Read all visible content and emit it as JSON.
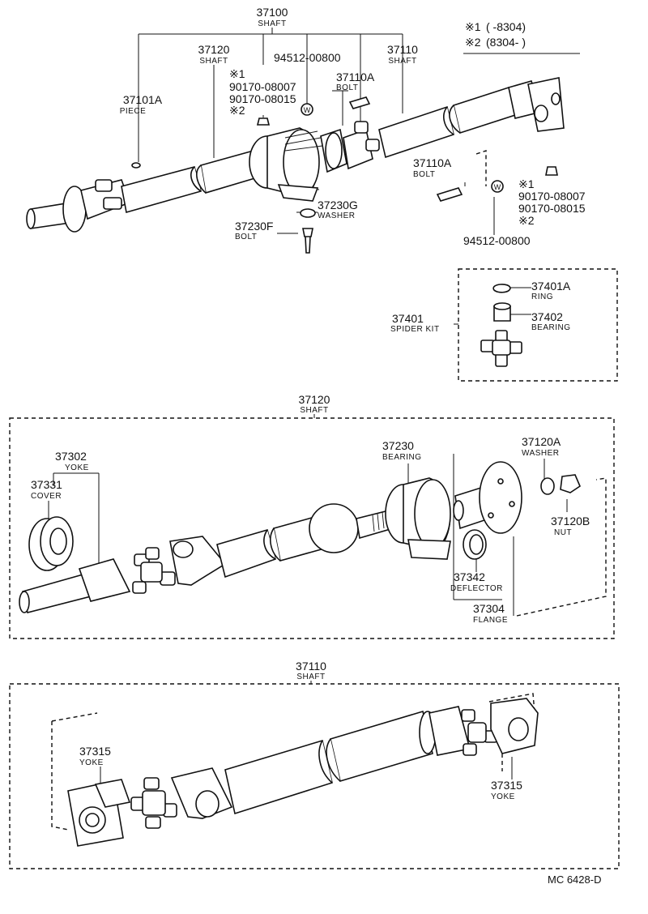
{
  "legend": {
    "note1_mark": "※1",
    "note1_range": "(       -8304)",
    "note2_mark": "※2",
    "note2_range": "(8304-        )"
  },
  "assembly": {
    "main_shaft": {
      "number": "37100",
      "name": "SHAFT"
    },
    "shaft_front": {
      "number": "37120",
      "name": "SHAFT"
    },
    "shaft_rear": {
      "number": "37110",
      "name": "SHAFT"
    },
    "piece": {
      "number": "37101A",
      "name": "PIECE"
    },
    "nut_upper": {
      "mark1": "※1",
      "num1": "90170-08007",
      "num2": "90170-08015",
      "mark2": "※2"
    },
    "washer_w_upper": {
      "number": "94512-00800",
      "symbol": "W"
    },
    "bolt_upper": {
      "number": "37110A",
      "name": "BOLT"
    },
    "bolt_lower": {
      "number": "37110A",
      "name": "BOLT"
    },
    "nut_lower": {
      "mark1": "※1",
      "num1": "90170-08007",
      "num2": "90170-08015",
      "mark2": "※2"
    },
    "washer_w_lower": {
      "number": "94512-00800",
      "symbol": "W"
    },
    "washer_g": {
      "number": "37230G",
      "name": "WASHER"
    },
    "bolt_f": {
      "number": "37230F",
      "name": "BOLT"
    }
  },
  "spider_kit": {
    "kit": {
      "number": "37401",
      "name": "SPIDER KIT"
    },
    "ring": {
      "number": "37401A",
      "name": "RING"
    },
    "bearing": {
      "number": "37402",
      "name": "BEARING"
    }
  },
  "front_shaft_detail": {
    "header": {
      "number": "37120",
      "name": "SHAFT"
    },
    "yoke": {
      "number": "37302",
      "name": "YOKE"
    },
    "cover": {
      "number": "37331",
      "name": "COVER"
    },
    "bearing": {
      "number": "37230",
      "name": "BEARING"
    },
    "washer": {
      "number": "37120A",
      "name": "WASHER"
    },
    "nut": {
      "number": "37120B",
      "name": "NUT"
    },
    "deflector": {
      "number": "37342",
      "name": "DEFLECTOR"
    },
    "flange": {
      "number": "37304",
      "name": "FLANGE"
    }
  },
  "rear_shaft_detail": {
    "header": {
      "number": "37110",
      "name": "SHAFT"
    },
    "yoke_left": {
      "number": "37315",
      "name": "YOKE"
    },
    "yoke_right": {
      "number": "37315",
      "name": "YOKE"
    }
  },
  "footer": {
    "reference": "MC  6428-D"
  }
}
